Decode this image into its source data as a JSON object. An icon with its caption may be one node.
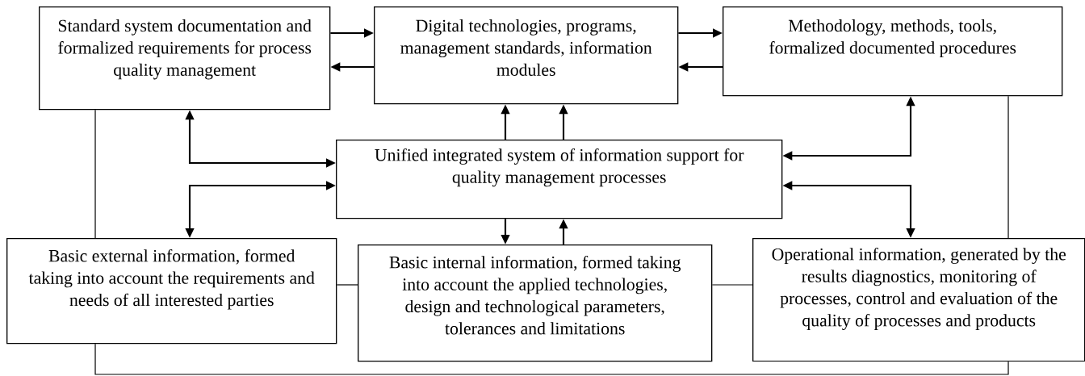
{
  "diagram": {
    "nodes": [
      {
        "text": [
          "Standard system documentation and formalized requirements for process quality management"
        ]
      },
      {
        "text": [
          "Digital technologies, programs, management standards, information modules"
        ]
      },
      {
        "text": [
          "Methodology, methods, tools, formalized documented procedures"
        ]
      },
      {
        "text": [
          "Unified integrated system of information support for quality management processes"
        ]
      },
      {
        "text": [
          "Basic external information, formed taking into account the requirements and needs of all interested parties"
        ]
      },
      {
        "text": [
          "Basic internal information, formed taking into account the applied technologies, design and technological parameters, tolerances and limitations"
        ]
      },
      {
        "text": [
          "Operational information, generated by the results diagnostics, monitoring of processes, control and evaluation of the quality of processes and products"
        ]
      }
    ],
    "edges": [
      {
        "from": 0,
        "to": 1,
        "arrow": "to"
      },
      {
        "from": 1,
        "to": 0,
        "arrow": "to"
      },
      {
        "from": 1,
        "to": 2,
        "arrow": "to"
      },
      {
        "from": 2,
        "to": 1,
        "arrow": "to"
      },
      {
        "from": 3,
        "to": 1,
        "arrow": "to"
      },
      {
        "from": 3,
        "to": 1,
        "arrow": "to"
      },
      {
        "from": 0,
        "to": 3,
        "arrow": "both"
      },
      {
        "from": 4,
        "to": 3,
        "arrow": "both"
      },
      {
        "from": 2,
        "to": 3,
        "arrow": "both"
      },
      {
        "from": 6,
        "to": 3,
        "arrow": "both"
      },
      {
        "from": 3,
        "to": 5,
        "arrow": "to"
      },
      {
        "from": 5,
        "to": 3,
        "arrow": "to"
      },
      {
        "from": 0,
        "to": 4,
        "arrow": "none"
      },
      {
        "from": 2,
        "to": 6,
        "arrow": "none"
      },
      {
        "from": 4,
        "to": 5,
        "arrow": "none"
      },
      {
        "from": 5,
        "to": 6,
        "arrow": "none"
      },
      {
        "from": 4,
        "to": 6,
        "arrow": "none"
      }
    ]
  }
}
